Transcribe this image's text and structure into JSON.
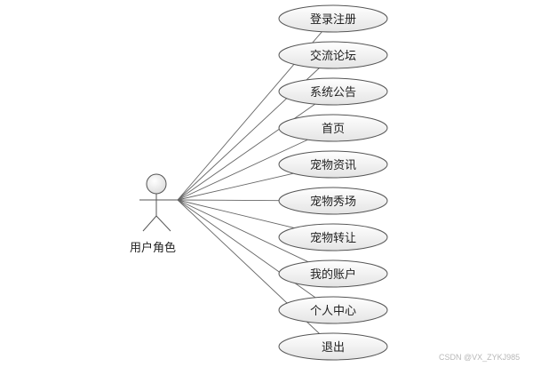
{
  "actor": {
    "label": "用户角色"
  },
  "use_cases": [
    "登录注册",
    "交流论坛",
    "系统公告",
    "首页",
    "宠物资讯",
    "宠物秀场",
    "宠物转让",
    "我的账户",
    "个人中心",
    "退出"
  ],
  "watermark": "CSDN @VX_ZYKJ985"
}
